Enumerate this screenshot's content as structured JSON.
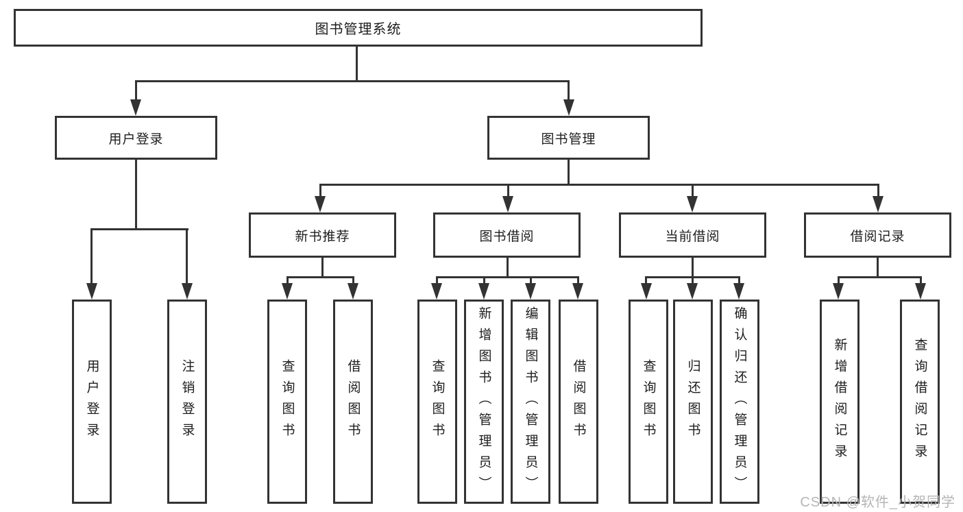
{
  "diagram": {
    "root": {
      "label": "图书管理系统"
    },
    "level1": {
      "user_login": {
        "label": "用户登录"
      },
      "book_management": {
        "label": "图书管理"
      }
    },
    "level2": {
      "new_book_recommend": {
        "label": "新书推荐"
      },
      "book_borrow": {
        "label": "图书借阅"
      },
      "current_borrow": {
        "label": "当前借阅"
      },
      "borrow_records": {
        "label": "借阅记录"
      }
    },
    "leaves": {
      "user_login": {
        "label": "用户登录"
      },
      "logout": {
        "label": "注销登录"
      },
      "recommend_query_books": {
        "label": "查询图书"
      },
      "recommend_borrow_books": {
        "label": "借阅图书"
      },
      "borrow_query_books": {
        "label": "查询图书"
      },
      "borrow_add_books": {
        "label": "新增图书（管理员）"
      },
      "borrow_edit_books": {
        "label": "编辑图书（管理员）"
      },
      "borrow_borrow_books": {
        "label": "借阅图书"
      },
      "current_query_books": {
        "label": "查询图书"
      },
      "current_return_books": {
        "label": "归还图书"
      },
      "current_confirm_return": {
        "label": "确认归还（管理员）"
      },
      "records_add_record": {
        "label": "新增借阅记录"
      },
      "records_query_record": {
        "label": "查询借阅记录"
      }
    },
    "watermark": "CSDN @软件_小贺同学",
    "colors": {
      "line": "#333333",
      "text": "#1d1d1d",
      "watermark": "#b5b5b5",
      "background": "#ffffff"
    }
  }
}
